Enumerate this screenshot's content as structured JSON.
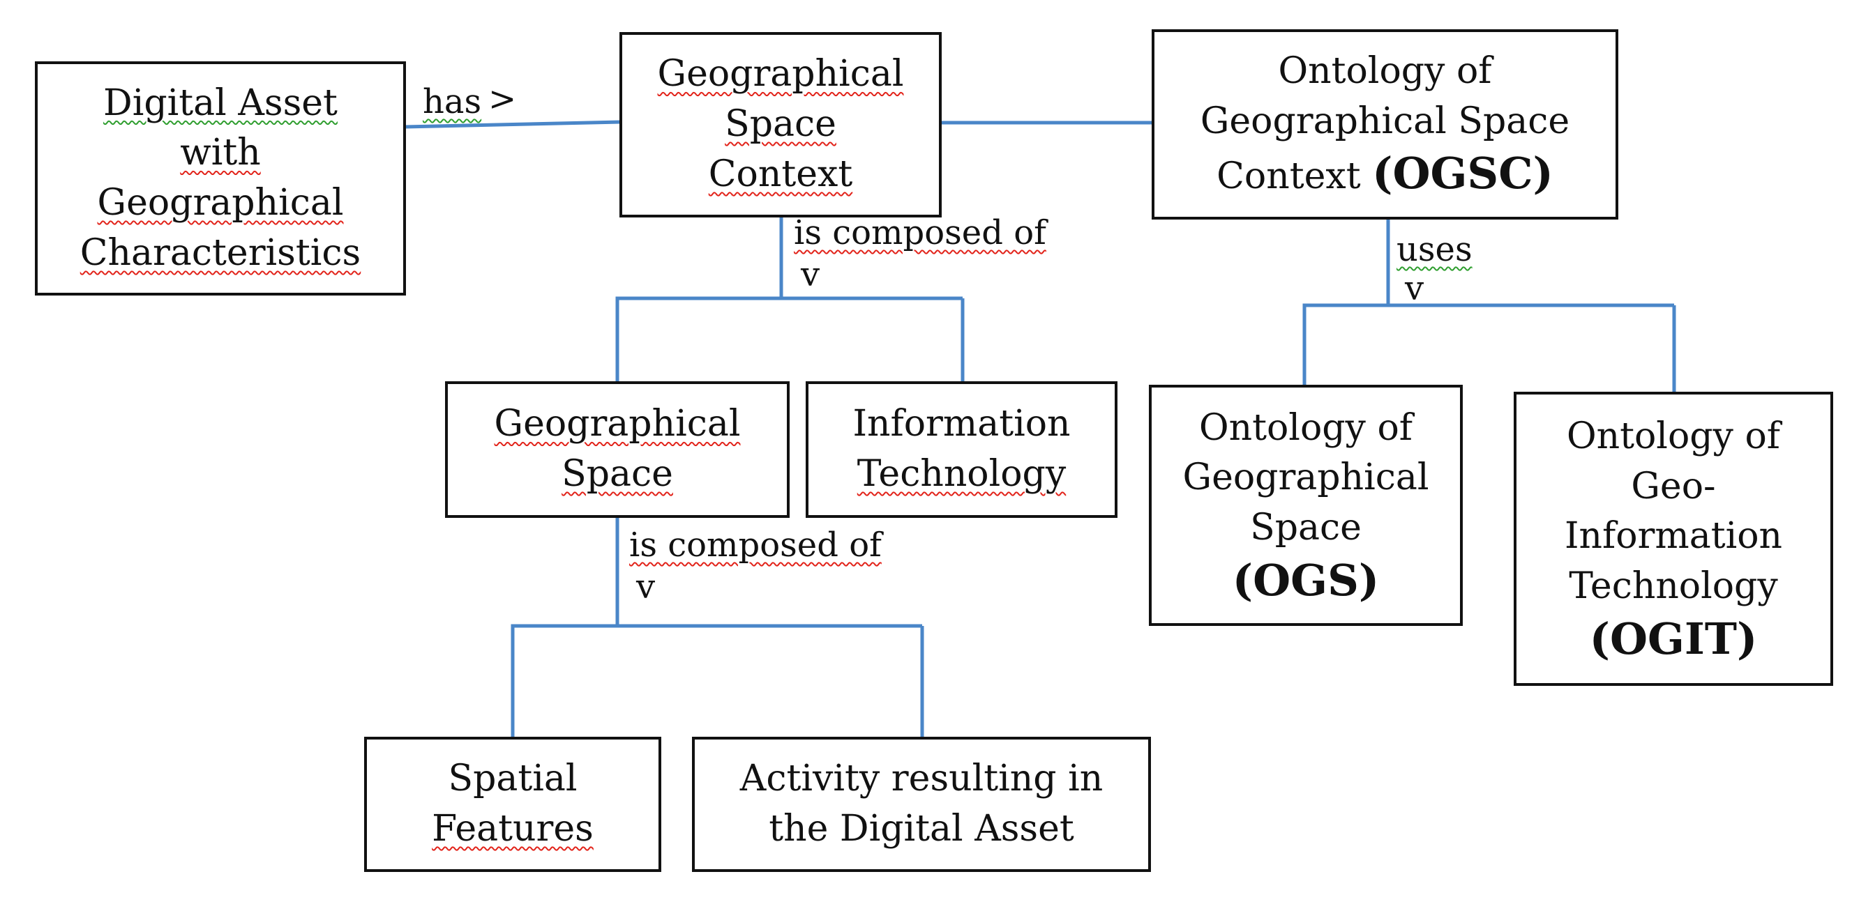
{
  "nodes": {
    "digital_asset": {
      "lines": [
        "Digital Asset",
        "with",
        "Geographical",
        "Characteristics"
      ]
    },
    "gsc": {
      "lines": [
        "Geographical",
        "Space",
        "Context"
      ]
    },
    "ogsc": {
      "lines": [
        "Ontology  of",
        "Geographical  Space",
        "Context"
      ],
      "bold": "(OGSC)"
    },
    "geo_space": {
      "lines": [
        "Geographical",
        "Space"
      ]
    },
    "info_tech": {
      "lines": [
        "Information",
        "Technology"
      ]
    },
    "ogs": {
      "lines": [
        "Ontology  of",
        "Geographical",
        "Space"
      ],
      "bold": "(OGS)"
    },
    "ogit": {
      "lines": [
        "Ontology  of",
        "Geo-",
        "Information",
        "Technology"
      ],
      "bold": "(OGIT)"
    },
    "spatial": {
      "lines": [
        "Spatial",
        "Features"
      ]
    },
    "activity": {
      "lines": [
        "Activity  resulting  in",
        "the Digital Asset"
      ]
    }
  },
  "edges": {
    "has": {
      "label": "has",
      "arrow": ">"
    },
    "composed1": {
      "label": "is composed of",
      "arrow": "v"
    },
    "uses": {
      "label": "uses",
      "arrow": "v"
    },
    "composed2": {
      "label": "is composed of",
      "arrow": "v"
    }
  },
  "colors": {
    "connector": "#4a86c8",
    "border": "#111111",
    "spell_red": "#e2231a",
    "spell_green": "#2f9e2f"
  }
}
